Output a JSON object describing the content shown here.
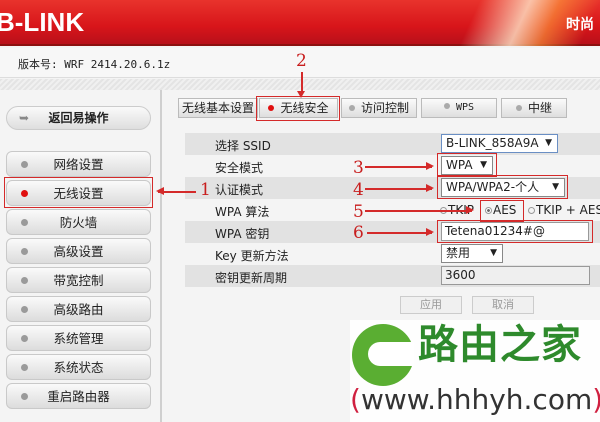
{
  "header": {
    "logo": "B-LINK",
    "slogan": "时尚"
  },
  "version": "版本号: WRF 2414.20.6.1z",
  "sidebar": {
    "back": "返回易操作",
    "items": [
      {
        "label": "网络设置",
        "active": false
      },
      {
        "label": "无线设置",
        "active": true
      },
      {
        "label": "防火墙",
        "active": false
      },
      {
        "label": "高级设置",
        "active": false
      },
      {
        "label": "带宽控制",
        "active": false
      },
      {
        "label": "高级路由",
        "active": false
      },
      {
        "label": "系统管理",
        "active": false
      },
      {
        "label": "系统状态",
        "active": false
      },
      {
        "label": "重启路由器",
        "active": false
      }
    ]
  },
  "tabs": [
    {
      "label": "无线基本设置"
    },
    {
      "label": "无线安全",
      "active": true
    },
    {
      "label": "访问控制"
    },
    {
      "label": "WPS"
    },
    {
      "label": "中继"
    }
  ],
  "form": {
    "ssid": {
      "label": "选择 SSID",
      "value": "B-LINK_858A9A"
    },
    "mode": {
      "label": "安全模式",
      "value": "WPA"
    },
    "auth": {
      "label": "认证模式",
      "value": "WPA/WPA2-个人"
    },
    "algo": {
      "label": "WPA 算法",
      "options": [
        "TKIP",
        "AES",
        "TKIP + AES"
      ],
      "selected": "AES"
    },
    "key": {
      "label": "WPA 密钥",
      "value": "Tetena01234#@"
    },
    "renew": {
      "label": "Key 更新方法",
      "value": "禁用"
    },
    "period": {
      "label": "密钥更新周期",
      "value": "3600"
    }
  },
  "buttons": {
    "apply": "应用",
    "cancel": "取消"
  },
  "annotations": [
    "1",
    "2",
    "3",
    "4",
    "5",
    "6"
  ],
  "watermark": {
    "title": "路由之家",
    "url_open": "(",
    "url": "www.hhhyh.com",
    "url_close": ")"
  },
  "colors": {
    "header": "#d8151a",
    "annotation": "#d42a2a",
    "active_dot": "#e01010",
    "watermark_green": "#5aae32"
  }
}
